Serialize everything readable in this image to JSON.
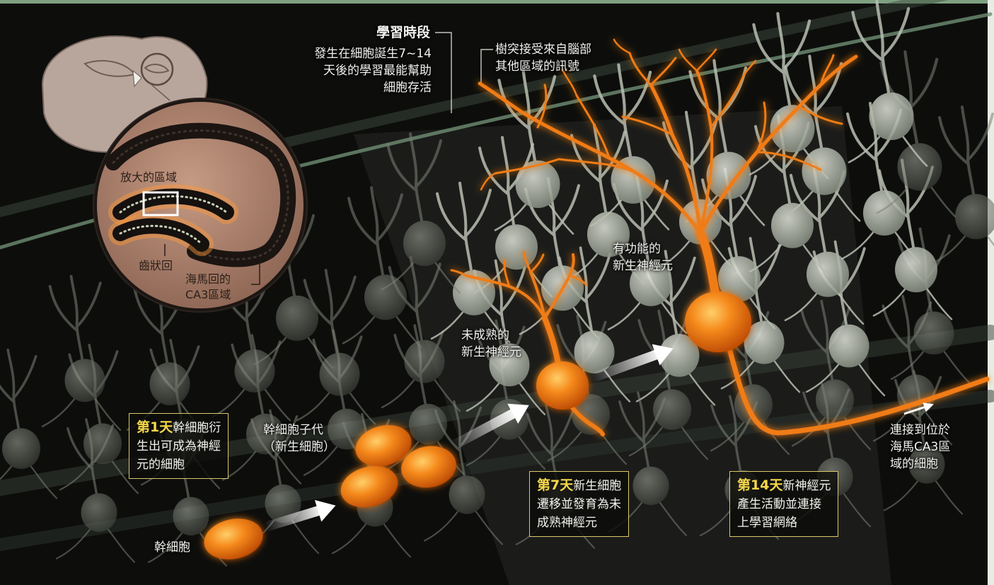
{
  "labels": {
    "learning_title": "學習時段",
    "learning_desc": [
      "發生在細胞誕生7~14",
      "天後的學習最能幫助",
      "細胞存活"
    ],
    "dendrites": [
      "樹突接受來自腦部",
      "其他區域的訊號"
    ],
    "functional_neuron": [
      "有功能的",
      "新生神經元"
    ],
    "immature_neuron": [
      "未成熟的",
      "新生神經元"
    ],
    "progeny": [
      "幹細胞子代",
      "（新生細胞）"
    ],
    "stem_cell": "幹細胞",
    "connect": [
      "連接到位於",
      "海馬CA3區",
      "域的細胞"
    ],
    "magnified": "放大的區域",
    "dentate": "齒狀回",
    "ca3": [
      "海馬回的",
      "CA3區域"
    ]
  },
  "steps": [
    {
      "day": "第1天",
      "lines": [
        "幹細胞衍",
        "生出可成為神經",
        "元的細胞"
      ]
    },
    {
      "day": "第7天",
      "lines": [
        "新生細胞",
        "遷移並發育為未",
        "成熟神經元"
      ]
    },
    {
      "day": "第14天",
      "lines": [
        "新神經元",
        "產生活動並連接",
        "上學習網絡"
      ]
    }
  ],
  "colors": {
    "neuron_orange": "#f07c14",
    "label_yellow": "#f6d84a",
    "box_border": "#d8c86a",
    "gray_neuron": "#8f9488"
  }
}
